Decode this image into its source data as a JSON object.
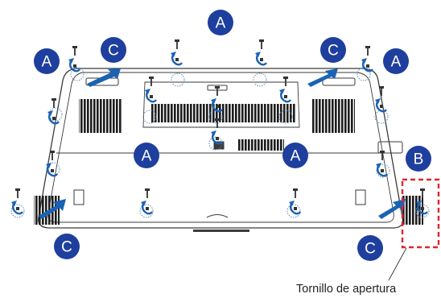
{
  "caption": "Tornillo de apertura",
  "callouts": {
    "a_label": "A",
    "b_label": "B",
    "c_label": "C"
  },
  "colors": {
    "callout_fill": "#1f3f9e",
    "arrow_fill": "#1a63b4",
    "dash_box": "#e0262c",
    "outline": "#3a3a3a"
  },
  "icons": {
    "screw": "screw-icon",
    "rotate_arrow": "rotate-arrow-icon",
    "lift_arrow": "lift-arrow-icon"
  }
}
